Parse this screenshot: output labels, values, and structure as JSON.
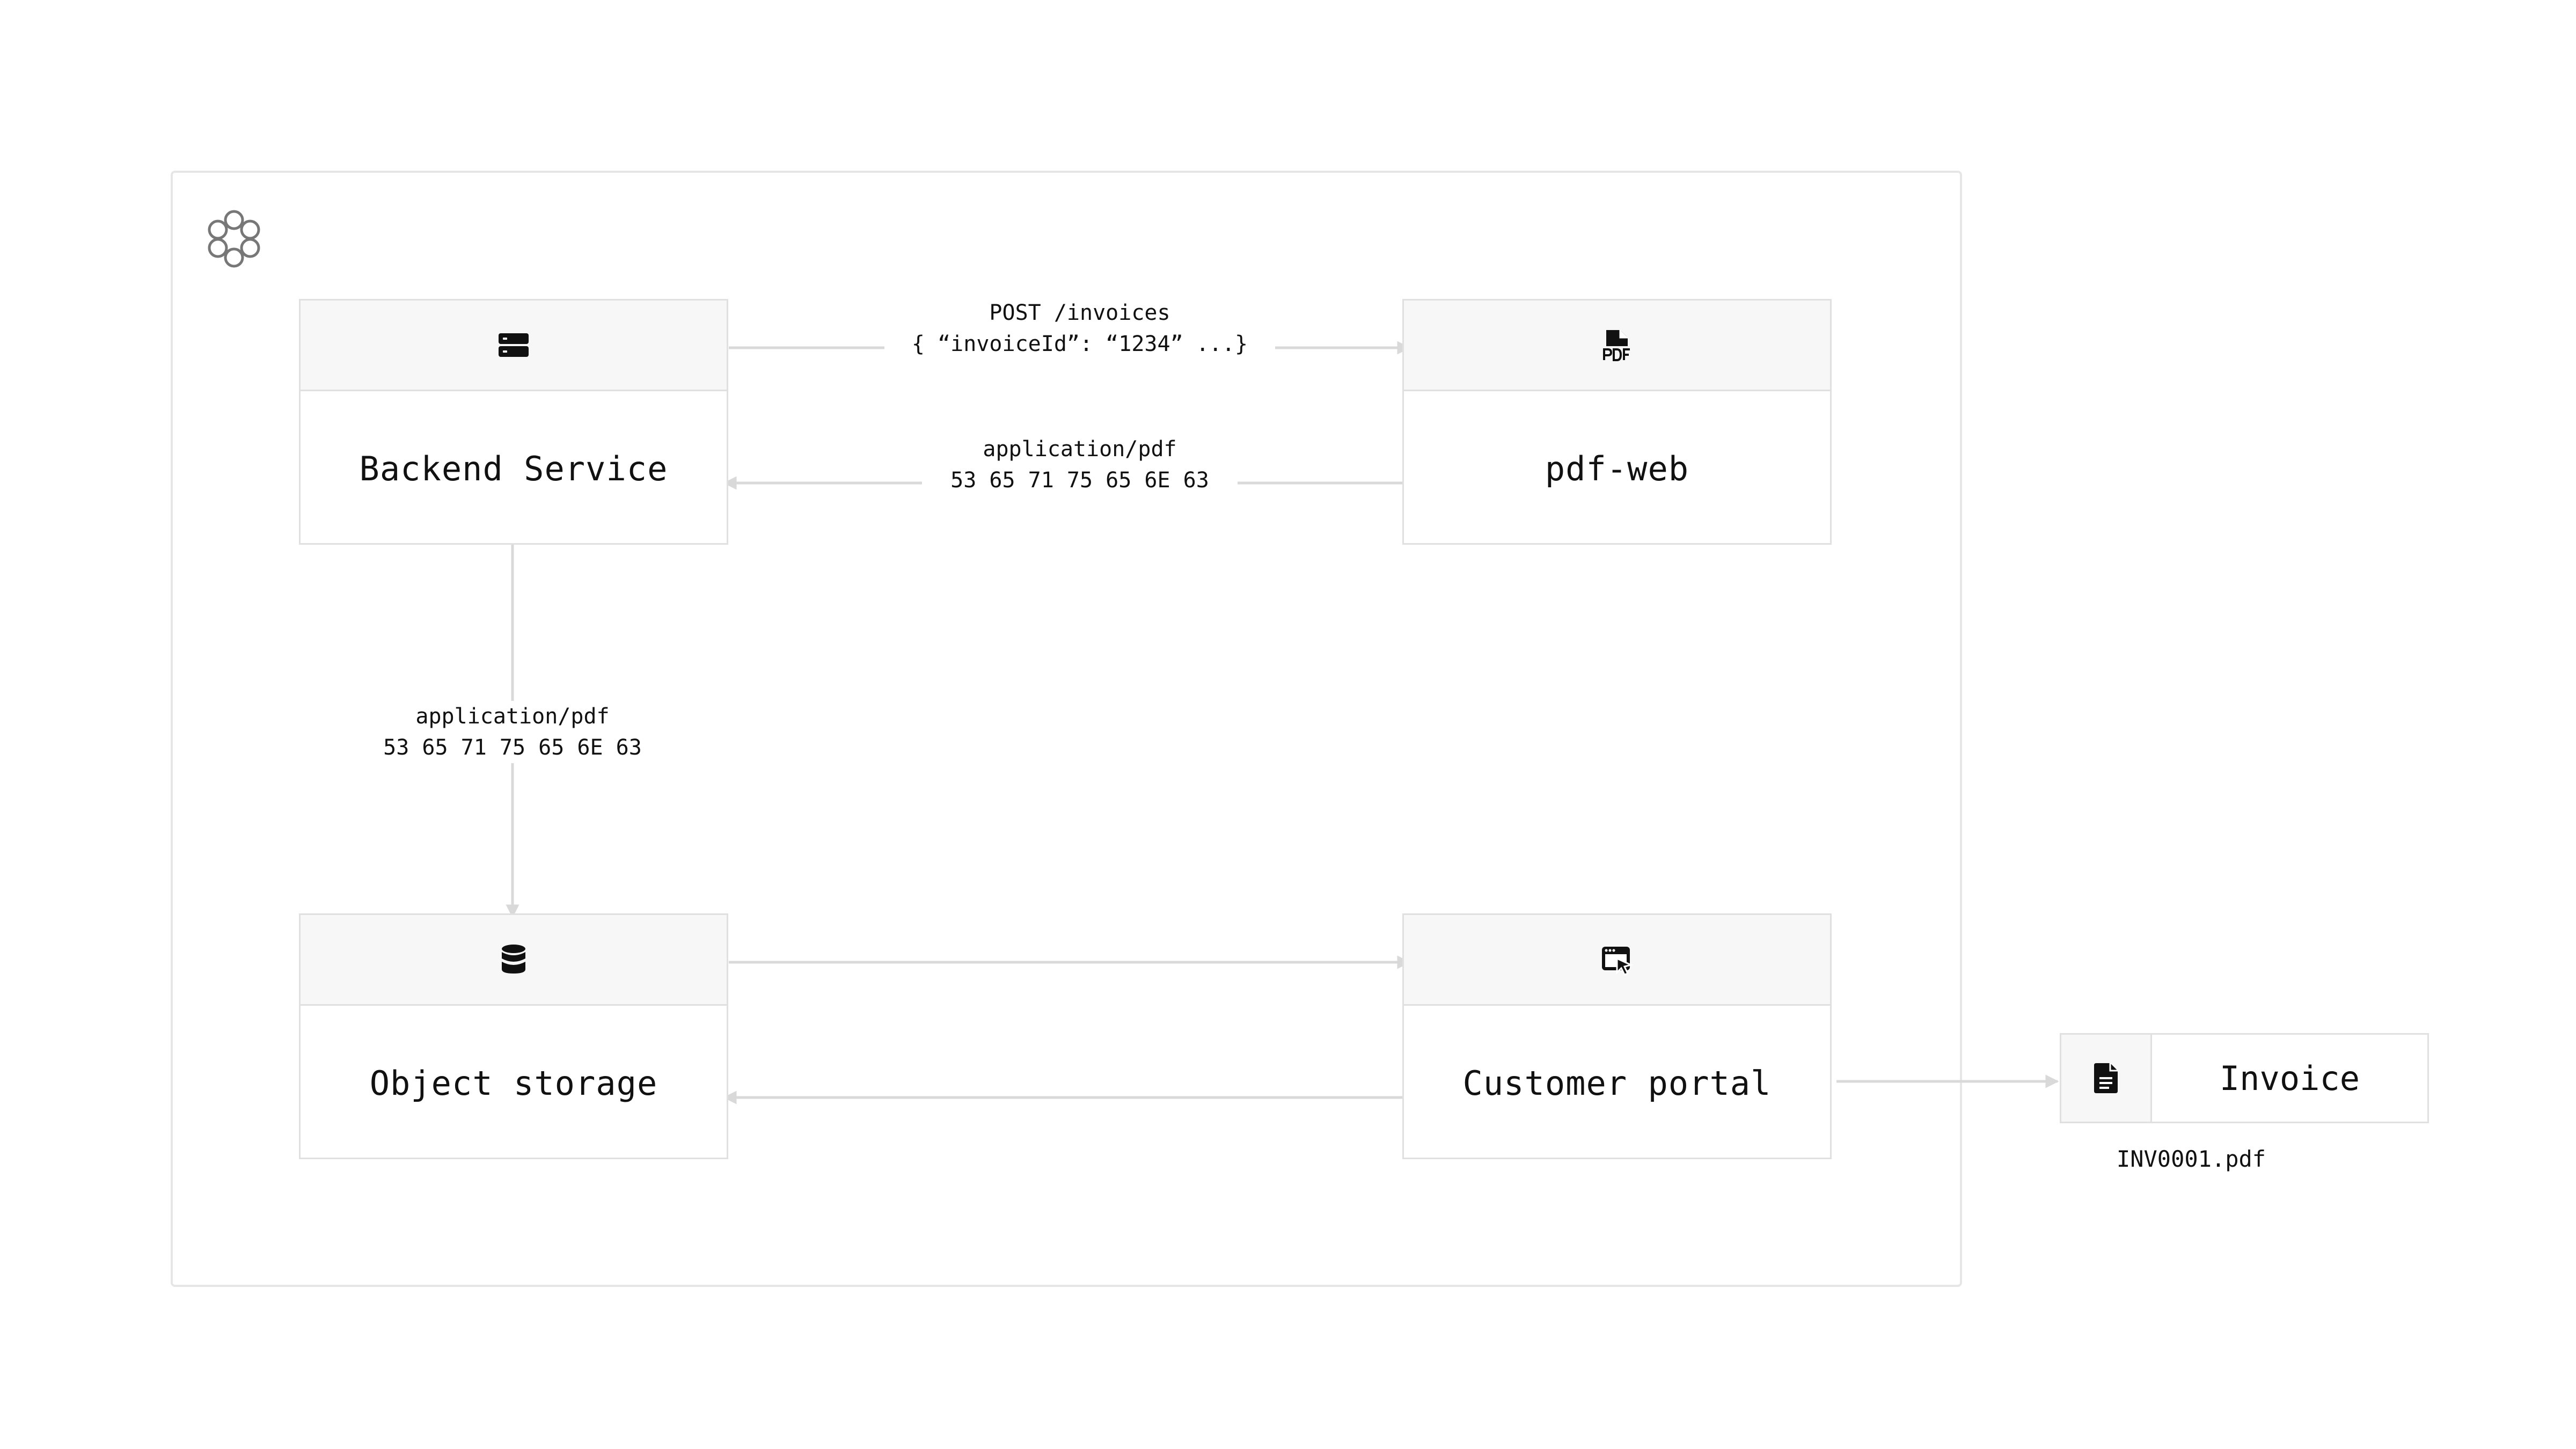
{
  "nodes": {
    "backend": {
      "label": "Backend Service",
      "icon": "server-icon"
    },
    "pdfweb": {
      "label": "pdf-web",
      "icon": "pdf-file-icon"
    },
    "storage": {
      "label": "Object storage",
      "icon": "database-icon"
    },
    "portal": {
      "label": "Customer portal",
      "icon": "browser-cursor-icon"
    }
  },
  "edges": {
    "request": {
      "line1": "POST /invoices",
      "line2": "{ “invoiceId”: “1234” ...}"
    },
    "response": {
      "line1": "application/pdf",
      "line2": "53 65 71 75 65 6E 63"
    },
    "store": {
      "line1": "application/pdf",
      "line2": "53 65 71 75 65 6E 63"
    }
  },
  "output": {
    "label": "Invoice",
    "icon": "document-icon",
    "filename": "INV0001.pdf"
  },
  "logo_icon": "atom-logo-icon",
  "colors": {
    "line": "#d9d9d9",
    "border": "#e0e0e0",
    "header_bg": "#f7f7f7",
    "text": "#111111"
  }
}
